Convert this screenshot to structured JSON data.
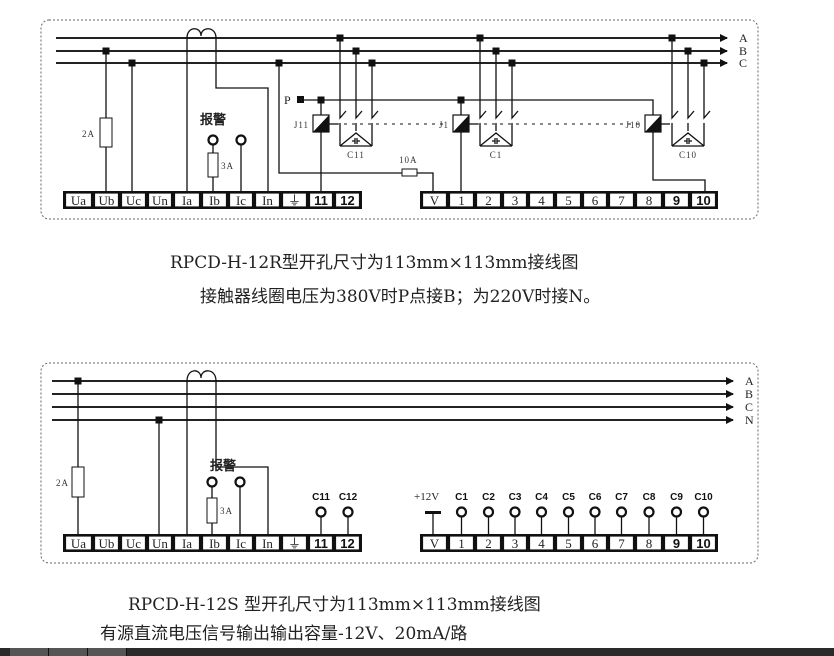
{
  "top": {
    "phase_labels": [
      "A",
      "B",
      "C"
    ],
    "terminals_left": [
      "Ua",
      "Ub",
      "Uc",
      "Un",
      "Ia",
      "Ib",
      "Ic",
      "In",
      "⏚",
      "11",
      "12"
    ],
    "terminals_right": [
      "V",
      "1",
      "2",
      "3",
      "4",
      "5",
      "6",
      "7",
      "8",
      "9",
      "10"
    ],
    "alarm_label": "报警",
    "fuse_2a": "2A",
    "fuse_3a": "3A",
    "fuse_10a": "10A",
    "p_label": "P",
    "relays": [
      "J11",
      "J1",
      "J10"
    ],
    "capacitors": [
      "C11",
      "C1",
      "C10"
    ],
    "caption_line1": "RPCD-H-12R型开孔尺寸为113mm×113mm接线图",
    "caption_line2": "接触器线圈电压为380V时P点接B；为220V时接N。"
  },
  "bottom": {
    "phase_labels": [
      "A",
      "B",
      "C",
      "N"
    ],
    "terminals_left": [
      "Ua",
      "Ub",
      "Uc",
      "Un",
      "Ia",
      "Ib",
      "Ic",
      "In",
      "⏚",
      "11",
      "12"
    ],
    "terminals_right": [
      "V",
      "1",
      "2",
      "3",
      "4",
      "5",
      "6",
      "7",
      "8",
      "9",
      "10"
    ],
    "alarm_label": "报警",
    "fuse_2a": "2A",
    "fuse_3a": "3A",
    "outputs_left": [
      "C11",
      "C12"
    ],
    "supply_label": "+12V",
    "outputs_right": [
      "C1",
      "C2",
      "C3",
      "C4",
      "C5",
      "C6",
      "C7",
      "C8",
      "C9",
      "C10"
    ],
    "caption_line1": "RPCD-H-12S 型开孔尺寸为113mm×113mm接线图",
    "caption_line2": "有源直流电压信号输出输出容量-12V、20mA/路"
  }
}
